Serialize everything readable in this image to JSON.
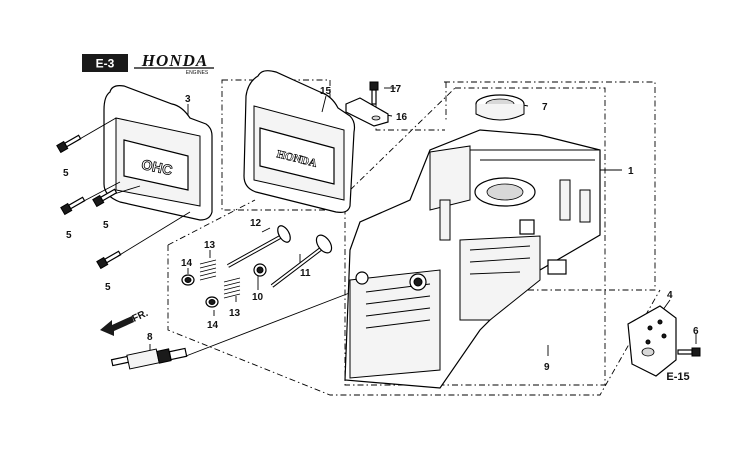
{
  "header": {
    "page_code": "E-3",
    "brand": "HONDA",
    "brand_sub": "ENGINES"
  },
  "direction_label": "FR.",
  "reference_code": "E-15",
  "cover_text_left": "OHC",
  "cover_text_right": "HONDA",
  "callouts": {
    "c1": "1",
    "c3": "3",
    "c4": "4",
    "c5a": "5",
    "c5b": "5",
    "c5c": "5",
    "c5d": "5",
    "c6": "6",
    "c7": "7",
    "c8": "8",
    "c9": "9",
    "c10": "10",
    "c11": "11",
    "c12": "12",
    "c13a": "13",
    "c13b": "13",
    "c14a": "14",
    "c14b": "14",
    "c15": "15",
    "c16": "16",
    "c17": "17"
  },
  "colors": {
    "ink": "#000000",
    "paper": "#ffffff",
    "badge": "#1a1a1a"
  }
}
